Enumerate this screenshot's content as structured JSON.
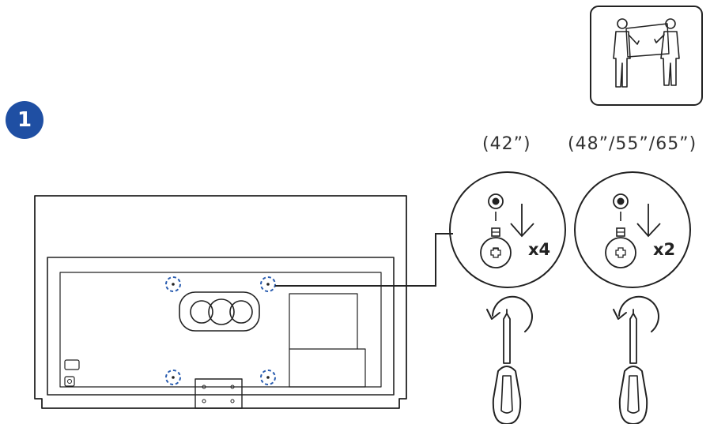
{
  "step": {
    "number": "1"
  },
  "sizes": [
    {
      "label": "(42”)",
      "quantity": "x4"
    },
    {
      "label": "(48”/55”/65”)",
      "quantity": "x2"
    }
  ],
  "colors": {
    "badge": "#1f4fa3",
    "screw_highlight": "#2a5db0",
    "line": "#222222"
  }
}
